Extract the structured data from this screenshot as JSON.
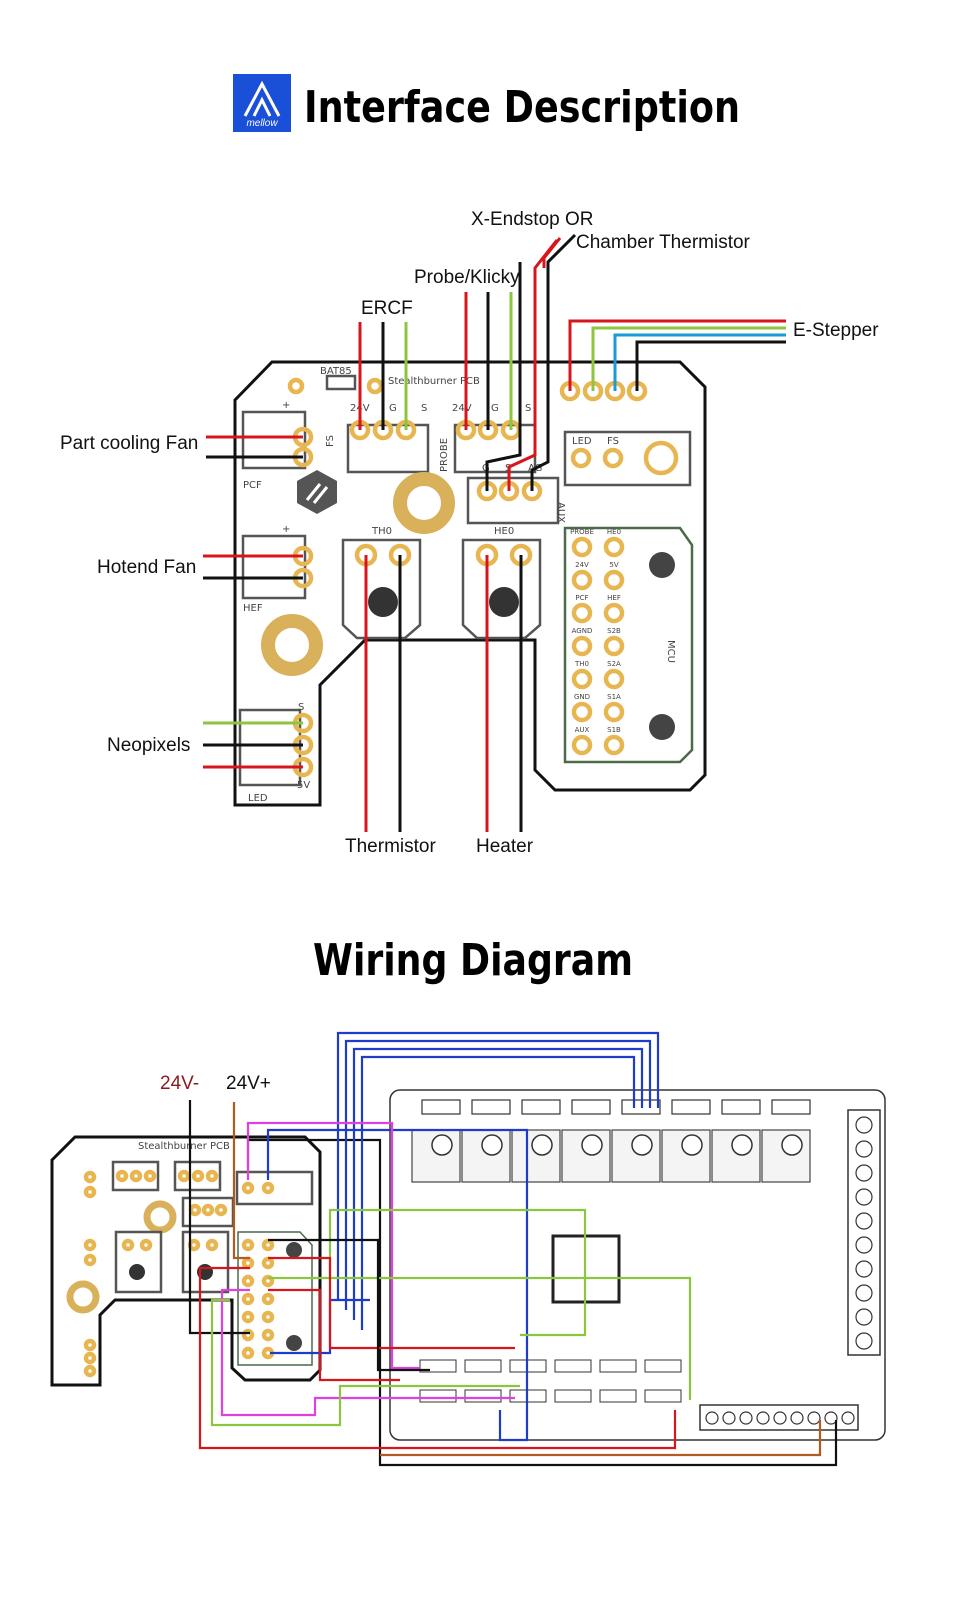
{
  "logo": {
    "text": "mellow",
    "color": "#1a4fd8"
  },
  "header": {
    "title": "Interface Description"
  },
  "interface": {
    "labels": {
      "x_endstop": "X-Endstop OR",
      "chamber_thermistor": "Chamber Thermistor",
      "probe_klicky": "Probe/Klicky",
      "ercf": "ERCF",
      "e_stepper": "E-Stepper",
      "part_cooling_fan": "Part cooling Fan",
      "hotend_fan": "Hotend Fan",
      "neopixels": "Neopixels",
      "thermistor": "Thermistor",
      "heater": "Heater"
    },
    "silkscreen": {
      "board_name": "Stealthburner PCB",
      "bat85": "BAT85",
      "fs_header": [
        "24V",
        "G",
        "S"
      ],
      "fs": "FS",
      "probe_header": [
        "24V",
        "G",
        "S"
      ],
      "probe": "PROBE",
      "aux_header": [
        "G",
        "S",
        "AG"
      ],
      "aux": "AUX",
      "pcf": "PCF",
      "hef": "HEF",
      "led": "LED",
      "led_fs": [
        "LED",
        "FS"
      ],
      "th0": "TH0",
      "he0": "HE0",
      "mcu": "MCU",
      "plus": "+",
      "neo_s": "S",
      "neo_5v": "5V",
      "mcu_left": [
        "PROBE",
        "24V",
        "PCF",
        "AGND",
        "TH0",
        "GND",
        "AUX"
      ],
      "mcu_right": [
        "HE0",
        "5V",
        "HEF",
        "S2B",
        "S2A",
        "S1A",
        "S1B"
      ]
    }
  },
  "wiring": {
    "title": "Wiring Diagram",
    "v_minus": "24V-",
    "v_plus": "24V+",
    "board_name": "Stealthburner PCB"
  },
  "colors": {
    "red": "#d8141c",
    "black": "#111111",
    "green": "#8cc63f",
    "blue": "#1a9ad6",
    "navy": "#1e3cc8",
    "magenta": "#e040e0",
    "brown": "#b35a1f",
    "dark_red": "#8b1a1a",
    "pad": "#e8b650"
  }
}
